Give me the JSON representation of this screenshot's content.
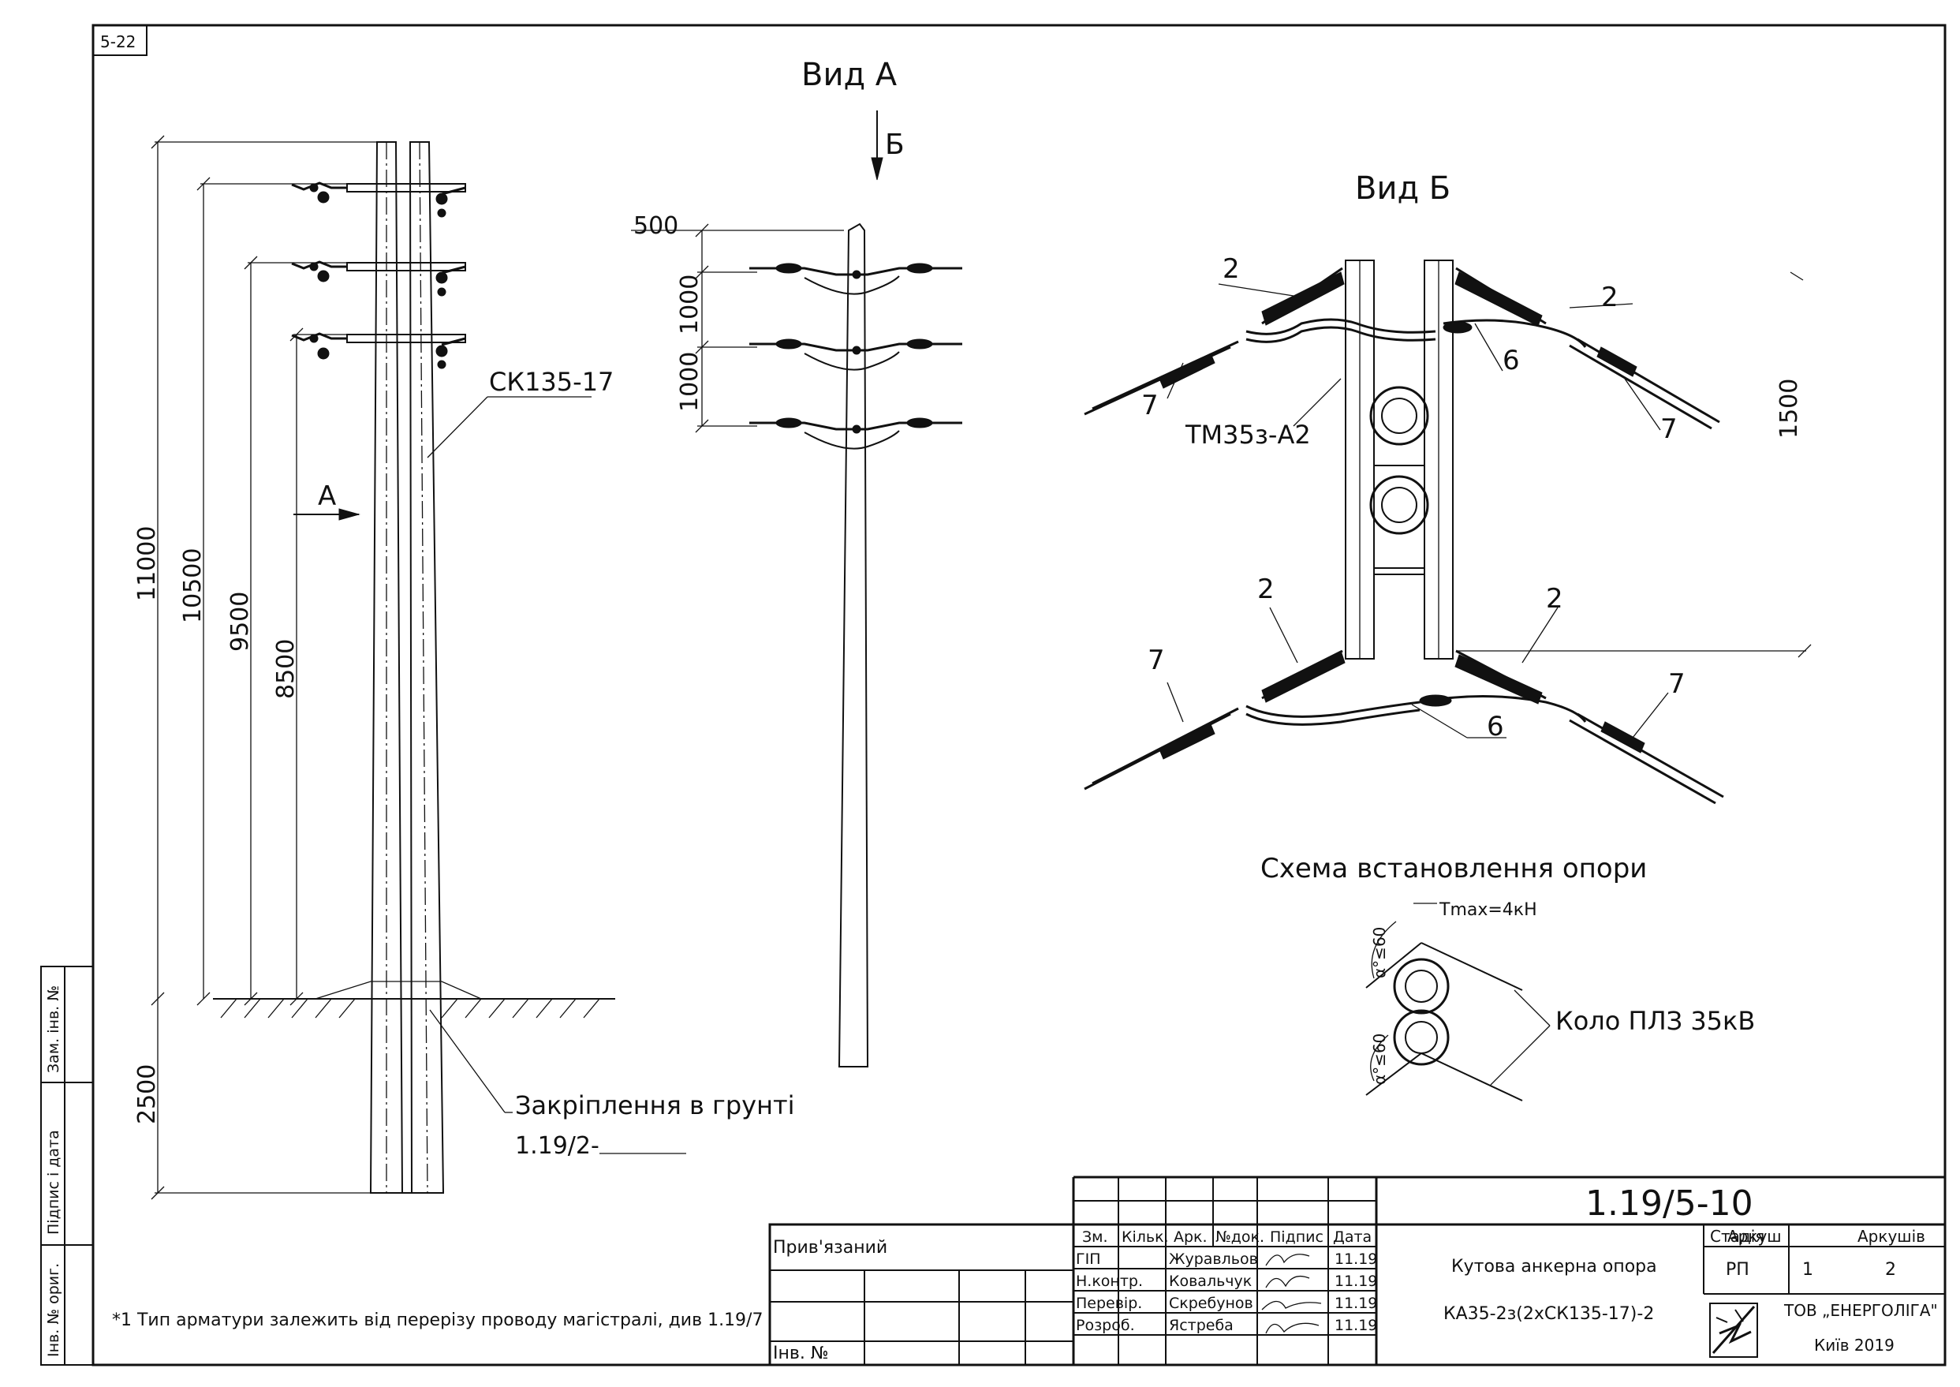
{
  "sheet_code": "5-22",
  "view_a": {
    "title": "Вид А",
    "arrow_label": "Б",
    "dims": [
      "500",
      "1000",
      "1000"
    ]
  },
  "side_view": {
    "dims": [
      "11000",
      "10500",
      "9500",
      "8500",
      "2500"
    ],
    "pole_label": "СК135-17",
    "view_arrow": "А",
    "ground_note_1": "Закріплення в грунті",
    "ground_note_2": "1.19/2-"
  },
  "view_b": {
    "title": "Вид Б",
    "labels": [
      "2",
      "2",
      "6",
      "7",
      "7",
      "2",
      "2",
      "7",
      "6",
      "7"
    ],
    "part_label": "ТМ35з-А2",
    "dim_1500": "1500"
  },
  "scheme": {
    "title": "Схема встановлення опори",
    "tmax": "Tmax=4кН",
    "angle_1": "α°≤60",
    "angle_2": "α°≤60",
    "circuit": "Коло ПЛЗ 35кВ"
  },
  "footnote": "*1 Тип арматури залежить від перерізу проводу магістралі, див 1.19/7",
  "side_stamp": [
    "Зам. інв. №",
    "Підпис і дата",
    "Інв. № ориг."
  ],
  "title_block": {
    "code": "1.19/5-10",
    "attached": "Прив'язаний",
    "inv": "Інв. №",
    "headers": [
      "Зм.",
      "Кільк.",
      "Арк.",
      "№док.",
      "Підпис",
      "Дата"
    ],
    "rows": [
      {
        "role": "ГІП",
        "name": "Журавльов",
        "date": "11.19"
      },
      {
        "role": "Н.контр.",
        "name": "Ковальчук",
        "date": "11.19"
      },
      {
        "role": "Перевір.",
        "name": "Скребунов",
        "date": "11.19"
      },
      {
        "role": "Розроб.",
        "name": "Ястреба",
        "date": "11.19"
      }
    ],
    "description_1": "Кутова анкерна опора",
    "description_2": "КА35-2з(2хСК135-17)-2",
    "stage_label": "Стадія",
    "sheet_label": "Аркуш",
    "sheets_label": "Аркушів",
    "stage": "РП",
    "sheet": "1",
    "sheets": "2",
    "company": "ТОВ „ЕНЕРГОЛІГА\"",
    "city_year": "Київ 2019"
  }
}
